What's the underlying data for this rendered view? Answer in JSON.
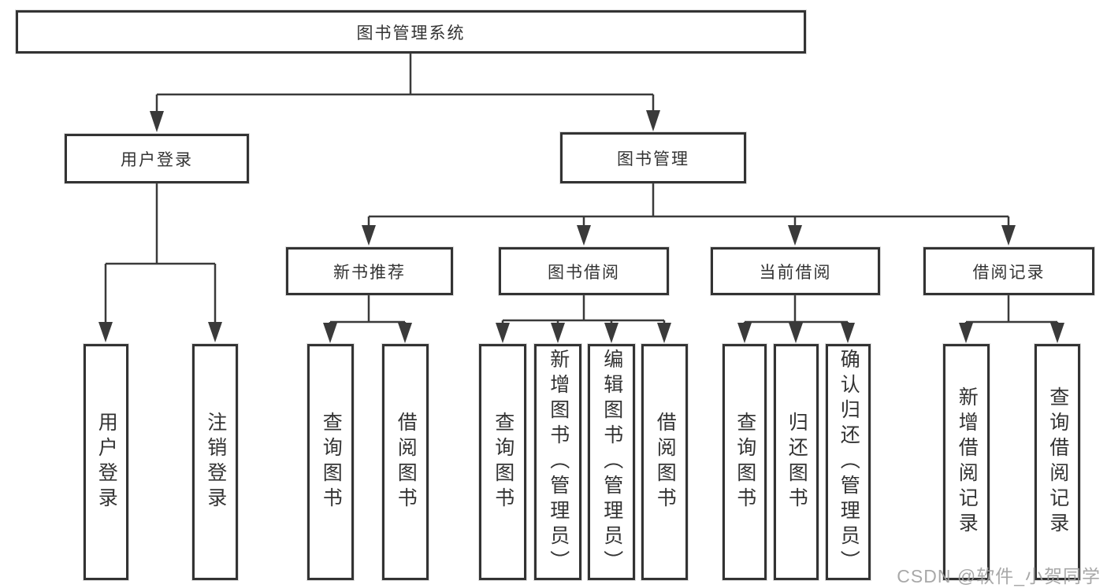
{
  "colors": {
    "background": "#ffffff",
    "line": "#3a3a3a",
    "box_border": "#333333",
    "text": "#333333",
    "watermark": "#9e9e9e"
  },
  "tree": {
    "root": {
      "label": "图书管理系统"
    },
    "branches": [
      {
        "label": "用户登录",
        "children": [
          "用户登录",
          "注销登录"
        ]
      },
      {
        "label": "图书管理",
        "children": [
          {
            "label": "新书推荐",
            "children": [
              "查询图书",
              "借阅图书"
            ]
          },
          {
            "label": "图书借阅",
            "children": [
              "查询图书",
              "新增图书（管理员）",
              "编辑图书（管理员）",
              "借阅图书"
            ]
          },
          {
            "label": "当前借阅",
            "children": [
              "查询图书",
              "归还图书",
              "确认归还（管理员）"
            ]
          },
          {
            "label": "借阅记录",
            "children": [
              "新增借阅记录",
              "查询借阅记录"
            ]
          }
        ]
      }
    ]
  },
  "watermark": {
    "text": "CSDN @软件_小贺同学"
  }
}
